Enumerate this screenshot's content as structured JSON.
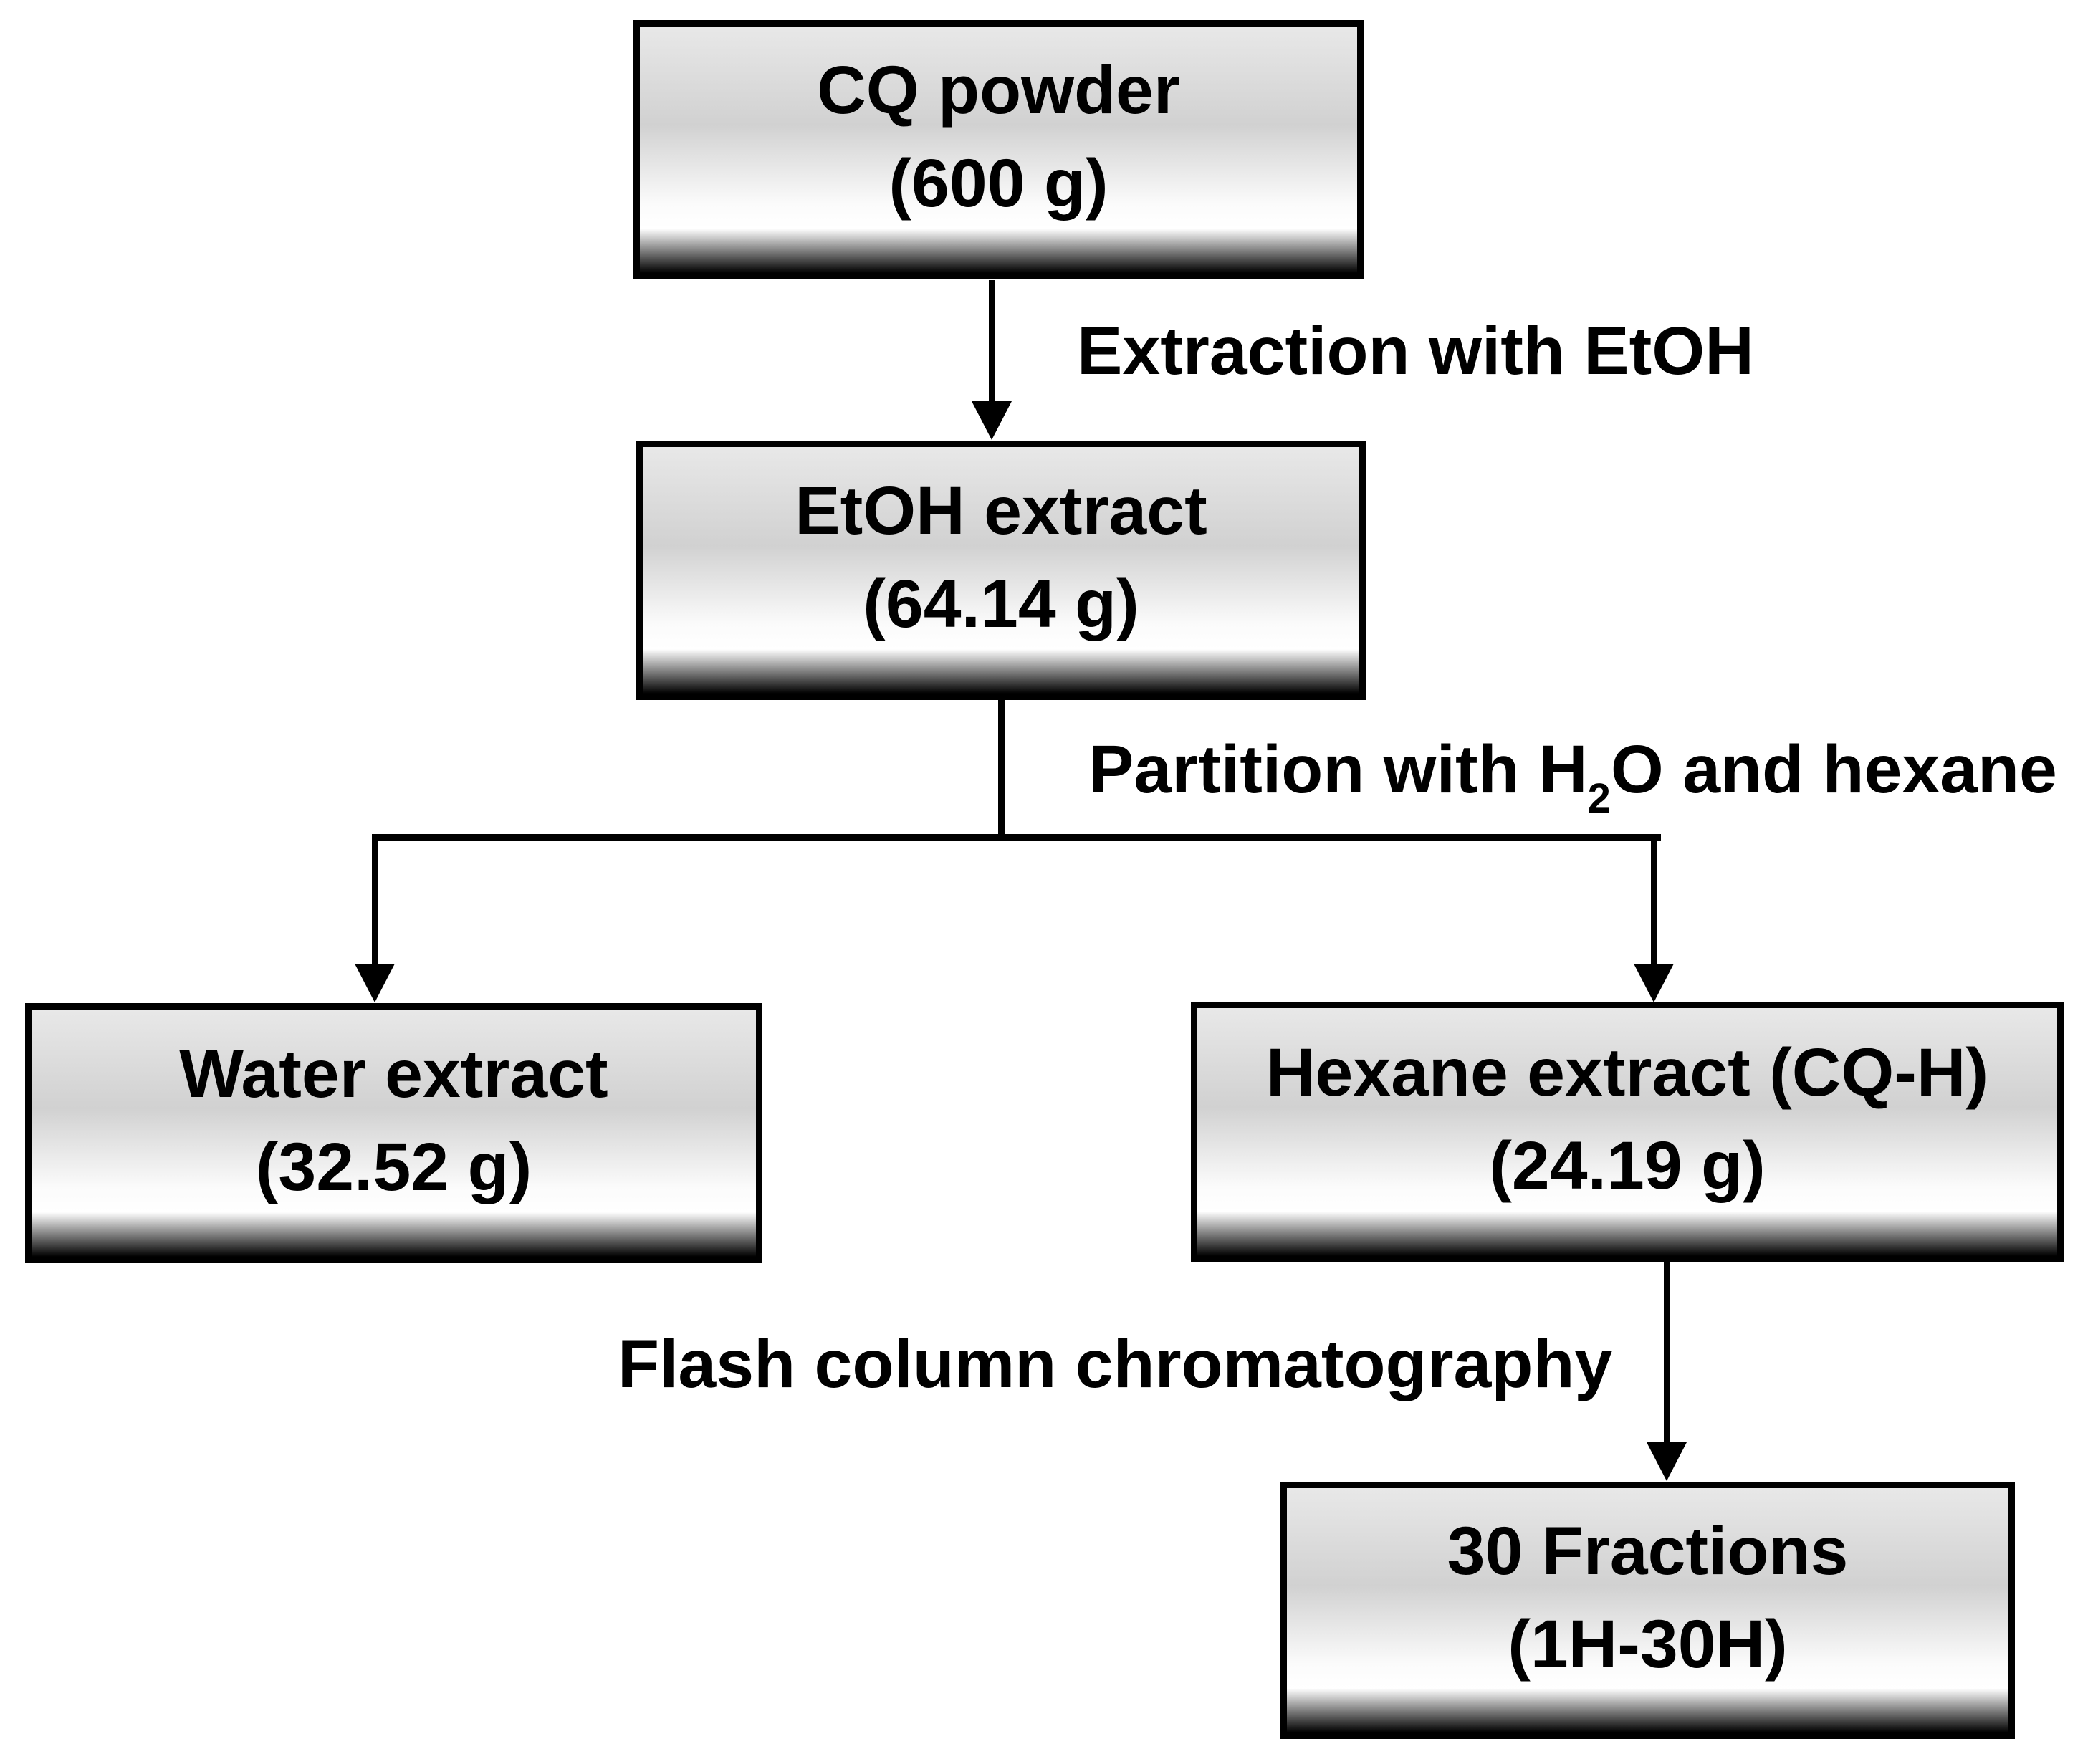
{
  "flowchart": {
    "boxes": {
      "cq_powder": {
        "name": "CQ powder",
        "amount": "(600 g)"
      },
      "etoh_extract": {
        "name": "EtOH extract",
        "amount": "(64.14 g)"
      },
      "water_extract": {
        "name": "Water extract",
        "amount": "(32.52 g)"
      },
      "hexane_extract": {
        "name": "Hexane extract (CQ-H)",
        "amount": "(24.19 g)"
      },
      "fractions": {
        "name": "30 Fractions",
        "amount": "(1H-30H)"
      }
    },
    "edge_labels": {
      "extraction": "Extraction with EtOH",
      "partition_prefix": "Partition with H",
      "partition_subscript": "2",
      "partition_suffix": "O and hexane",
      "flash": "Flash column chromatography"
    },
    "colors": {
      "canvas_bg": "#ffffff",
      "text_color": "#000000",
      "line_color": "#000000",
      "box_border": "#000000",
      "box_grad_top": "#e8e8e8",
      "box_grad_mid": "#d1d1d1",
      "box_grad_light": "#ffffff",
      "box_grad_bottom": "#000000"
    }
  }
}
